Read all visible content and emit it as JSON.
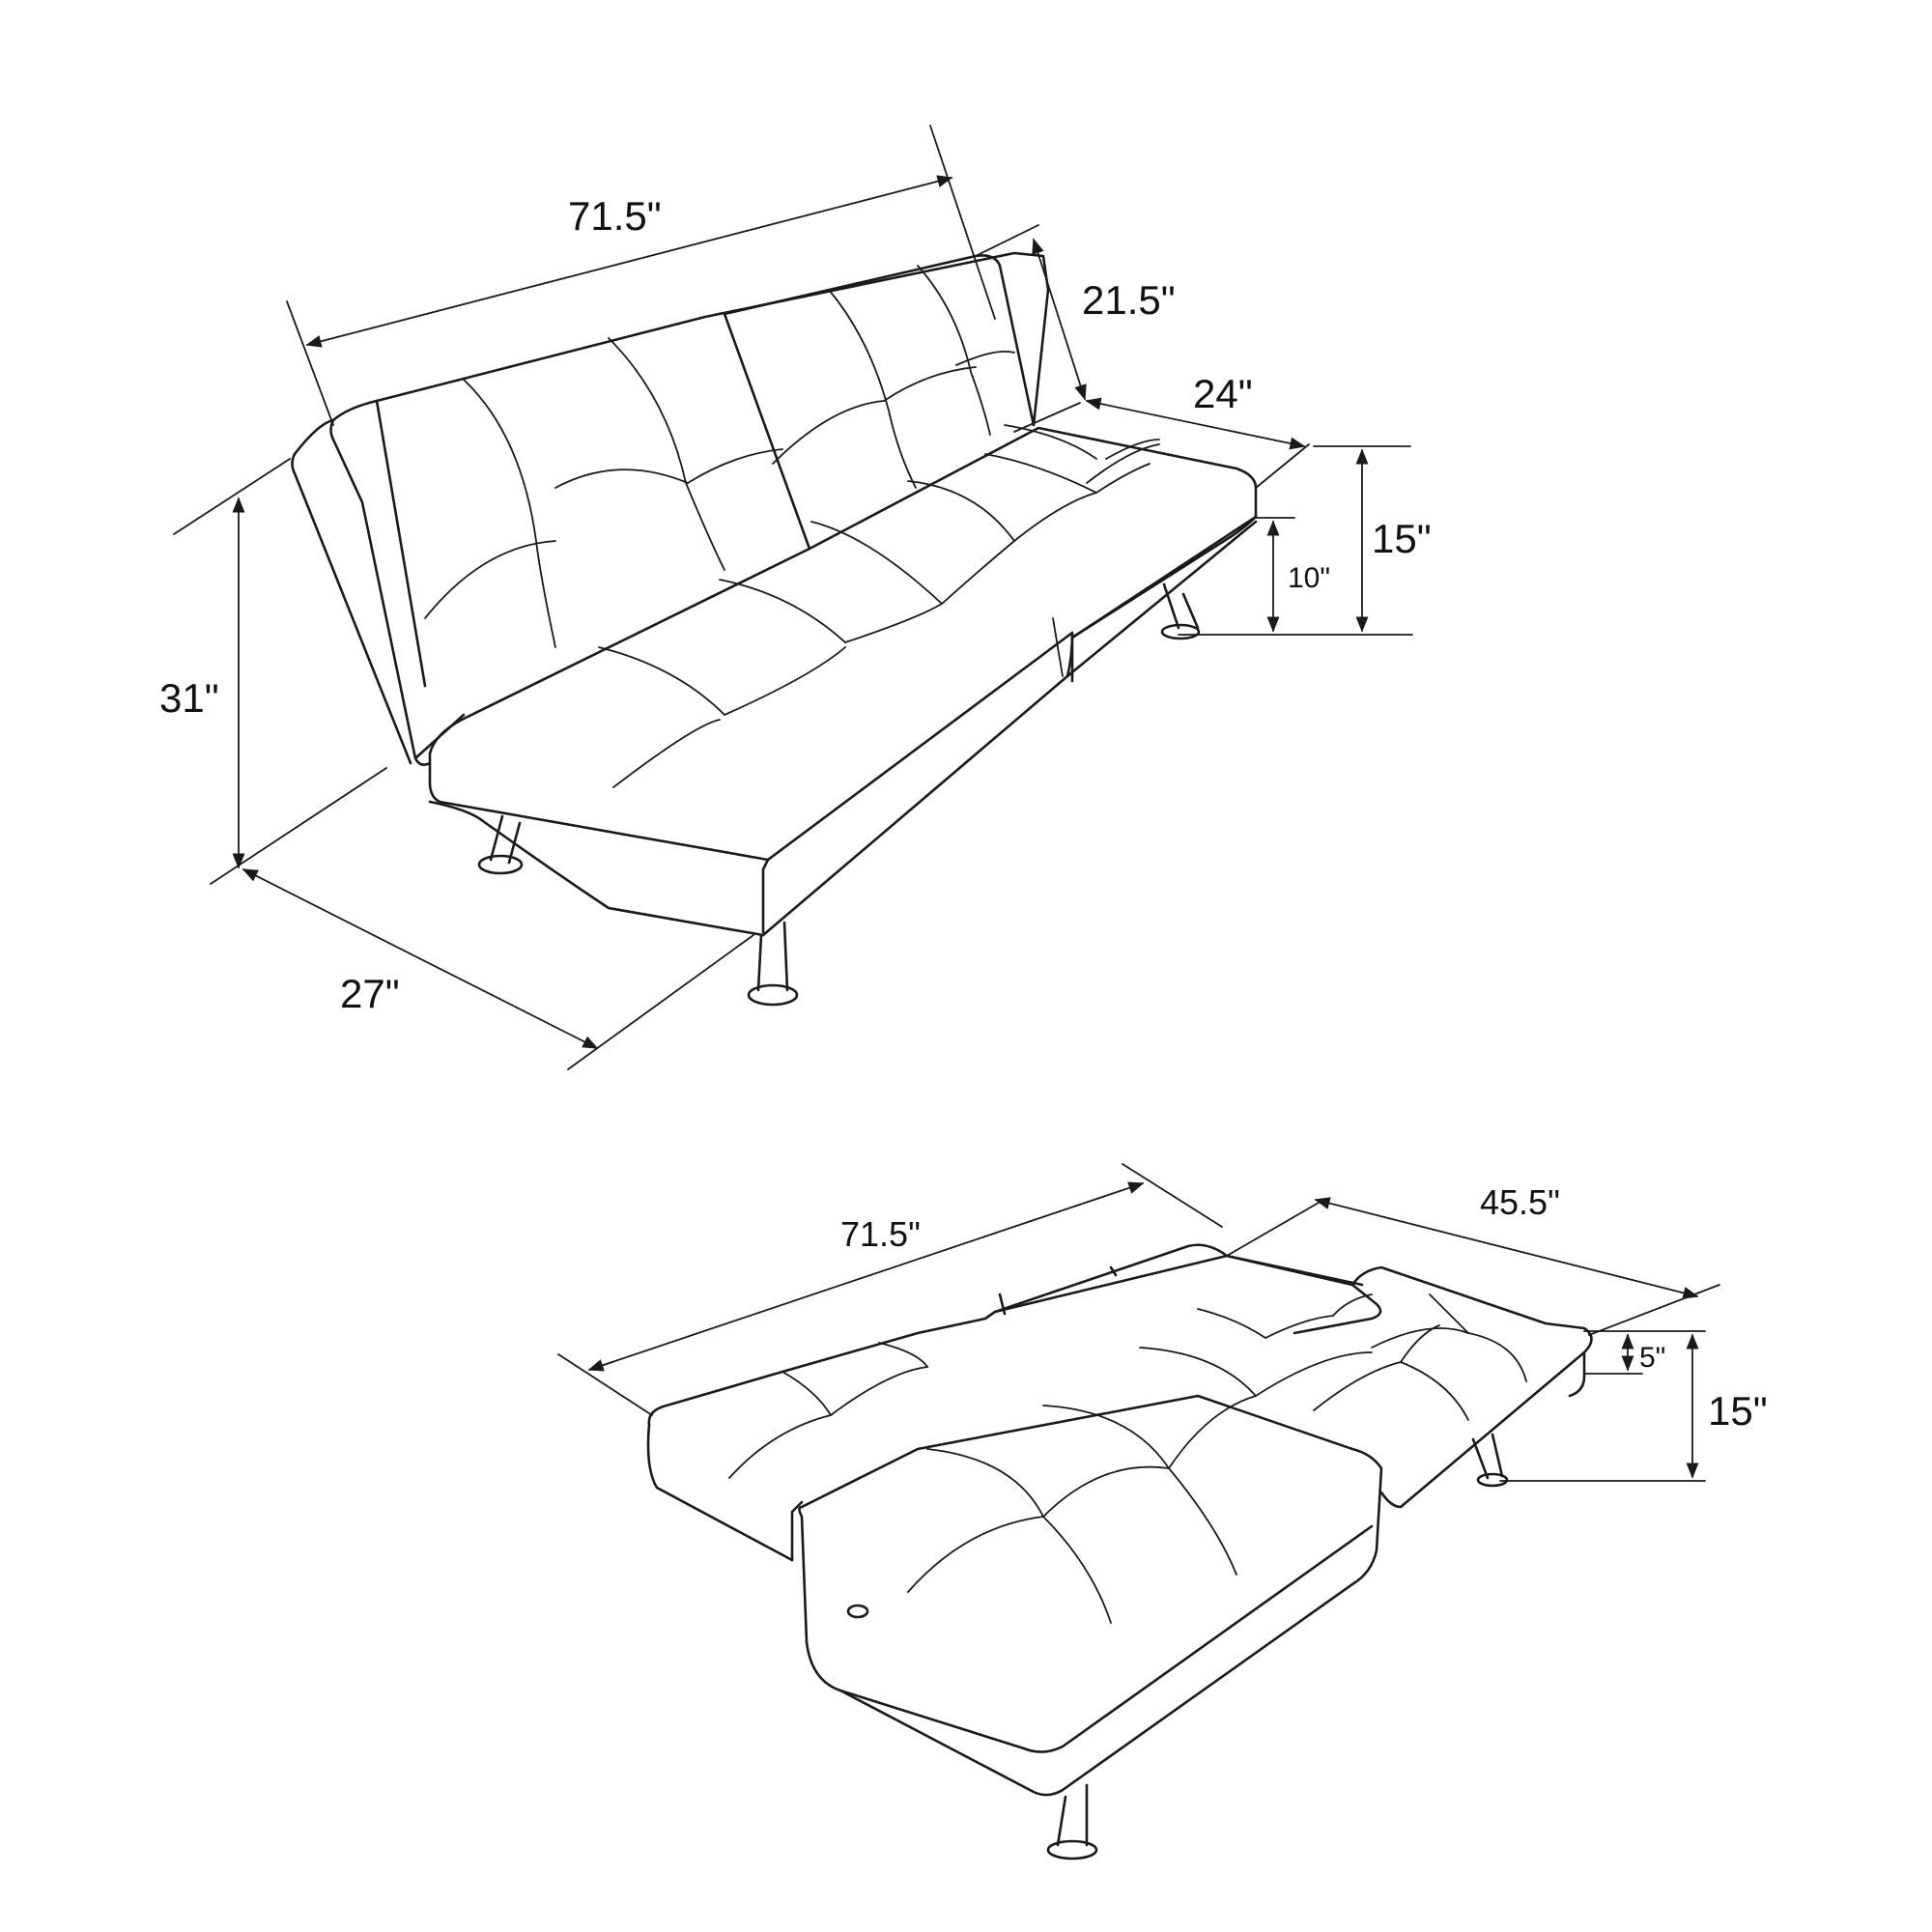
{
  "upright": {
    "width_label": "71.5\"",
    "back_height_label": "21.5\"",
    "seat_depth_label": "24\"",
    "seat_height_label": "15\"",
    "leg_height_label": "10\"",
    "overall_height_label": "31\"",
    "overall_depth_label": "27\""
  },
  "bed": {
    "width_label": "71.5\"",
    "length_label": "45.5\"",
    "cushion_thickness_label": "5\"",
    "height_label": "15\""
  },
  "colors": {
    "line": "#1a1a1a",
    "background": "#ffffff"
  }
}
